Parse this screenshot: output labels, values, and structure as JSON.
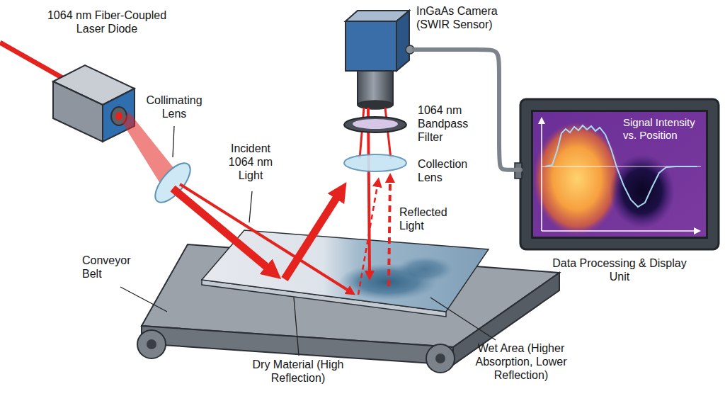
{
  "diagram": {
    "nodes": [
      {
        "text": [
          "InGaAs Camera (SWIR Sensor)"
        ]
      },
      {
        "text": [
          "Signal Intensity vs. Position",
          "Data Processing & Display Unit"
        ]
      }
    ],
    "edges": [
      {
        "from": 0,
        "to": 1,
        "arrow": "none"
      }
    ],
    "labels": [
      "1064 nm Fiber-Coupled Laser Diode",
      "Collimating Lens",
      "Incident 1064 nm Light",
      "1064 nm Bandpass Filter",
      "Collection Lens",
      "Reflected Light",
      "Conveyor Belt",
      "Dry Material (High Reflection)",
      "Wet Area (Higher Absorption, Lower Reflection)"
    ]
  }
}
